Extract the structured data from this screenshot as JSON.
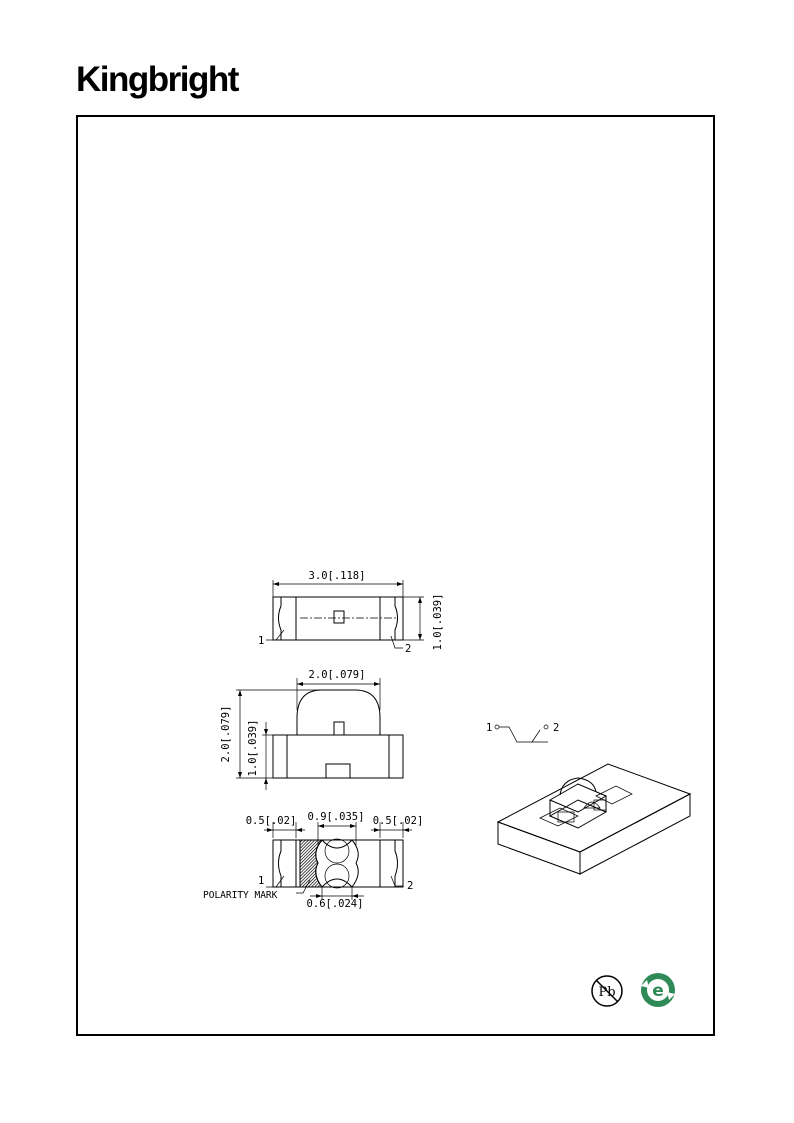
{
  "header": {
    "brand": "Kingbright"
  },
  "dims": {
    "top_width": "3.0[.118]",
    "top_height": "1.0[.039]",
    "side_dome_width": "2.0[.079]",
    "side_total_height": "2.0[.079]",
    "side_body_height": "1.0[.039]",
    "bottom_left_pad": "0.5[.02]",
    "bottom_center": "0.9[.035]",
    "bottom_right_pad": "0.5[.02]",
    "bottom_gap": "0.6[.024]"
  },
  "labels": {
    "pin1": "1",
    "pin2": "2",
    "polarity": "POLARITY MARK"
  },
  "badges": {
    "pb": "Pb",
    "e": "e"
  }
}
